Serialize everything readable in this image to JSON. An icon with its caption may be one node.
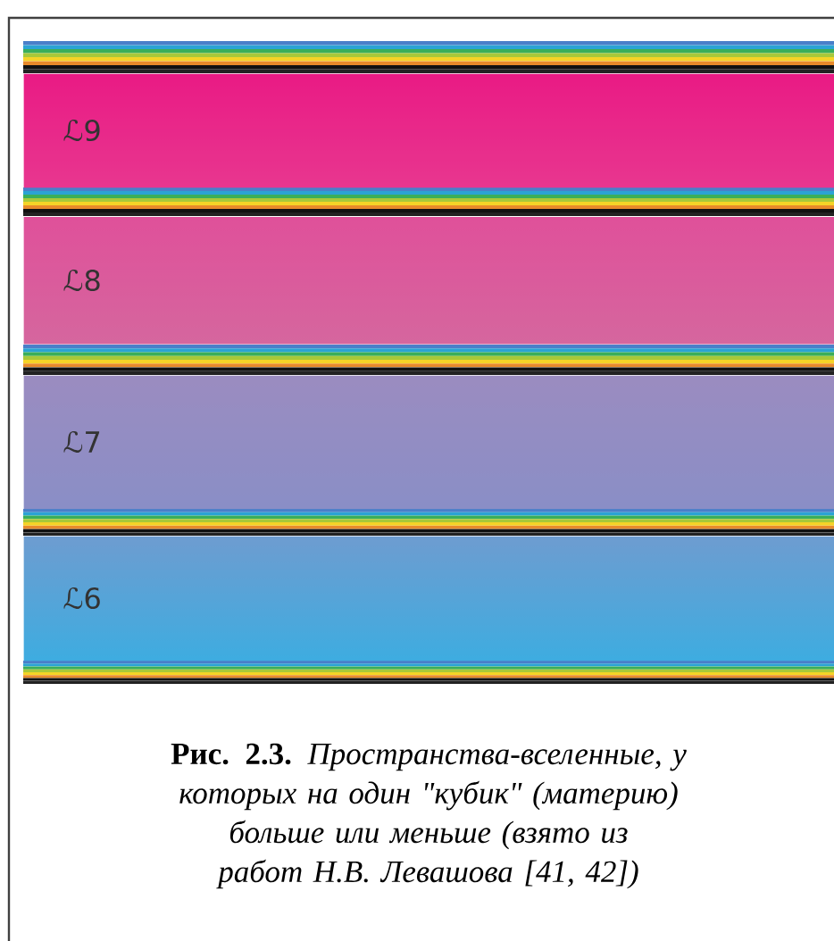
{
  "diagram": {
    "caption": "**Рис. 2.3.** *Пространства-вселенные, у которых на один \"кубик\" (материю) больше или меньше (взято из работ Н.В. Левашова [41, 42])*",
    "nodes": [
      {
        "text": [
          "ℒ9"
        ]
      },
      {
        "text": [
          "ℒ8"
        ]
      },
      {
        "text": [
          "ℒ7"
        ]
      },
      {
        "text": [
          "ℒ6"
        ]
      }
    ]
  }
}
